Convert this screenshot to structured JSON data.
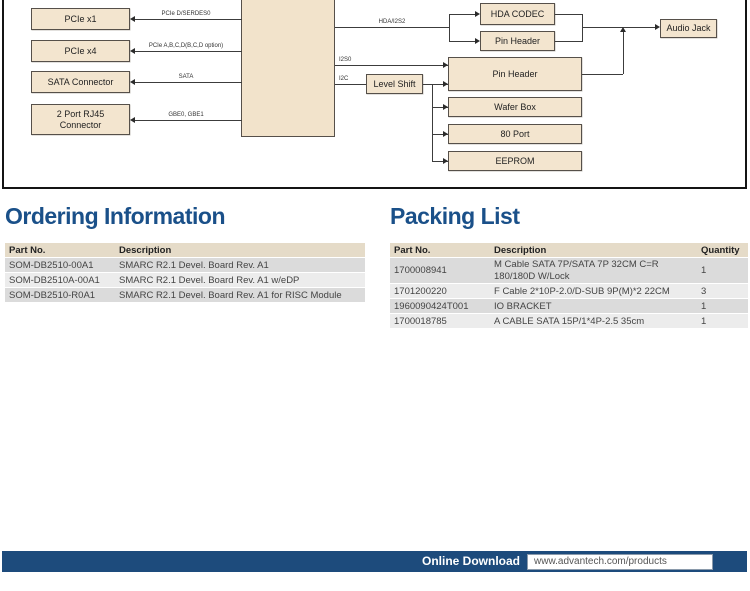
{
  "diagram": {
    "nodes": {
      "pcie_x1": "PCIe x1",
      "pcie_x4": "PCIe x4",
      "sata_connector": "SATA Connector",
      "rj45": "2 Port RJ45 Connector",
      "hda_codec": "HDA CODEC",
      "pin_header_small": "Pin Header",
      "audio_jack": "Audio Jack",
      "level_shift": "Level Shift",
      "pin_header_large": "Pin Header",
      "wafer_box": "Wafer Box",
      "port_80": "80 Port",
      "eeprom": "EEPROM"
    },
    "signals": {
      "pcie_d": "PCIe D/SERDES0",
      "pcie_abcd": "PCIe A,B,C,D(B,C,D option)",
      "sata": "SATA",
      "gbe": "GBE0, GBE1",
      "hda": "HDA/I2S2",
      "i2s0": "I2S0",
      "i2c": "I2C"
    }
  },
  "ordering": {
    "title": "Ordering Information",
    "columns": {
      "part": "Part No.",
      "desc": "Description"
    },
    "rows": [
      {
        "part": "SOM-DB2510-00A1",
        "desc": "SMARC R2.1 Devel. Board Rev. A1"
      },
      {
        "part": "SOM-DB2510A-00A1",
        "desc": "SMARC R2.1 Devel. Board Rev. A1 w/eDP"
      },
      {
        "part": "SOM-DB2510-R0A1",
        "desc": "SMARC R2.1 Devel. Board Rev. A1 for RISC Module"
      }
    ]
  },
  "packing": {
    "title": "Packing List",
    "columns": {
      "part": "Part No.",
      "desc": "Description",
      "qty": "Quantity"
    },
    "rows": [
      {
        "part": "1700008941",
        "desc": "M Cable SATA 7P/SATA 7P 32CM C=R 180/180D W/Lock",
        "qty": "1"
      },
      {
        "part": "1701200220",
        "desc": "F Cable 2*10P-2.0/D-SUB 9P(M)*2 22CM",
        "qty": "3"
      },
      {
        "part": "1960090424T001",
        "desc": "IO BRACKET",
        "qty": "1"
      },
      {
        "part": "1700018785",
        "desc": "A CABLE SATA 15P/1*4P-2.5 35cm",
        "qty": "1"
      }
    ]
  },
  "footer": {
    "label": "Online Download",
    "url": "www.advantech.com/products"
  },
  "colors": {
    "heading_blue": "#1a5089",
    "footer_navy": "#1d4b7c",
    "node_tan": "#f3e5cf",
    "table_header_tan": "#e5dbc8",
    "row_gray": "#dbdbdb",
    "row_light": "#ececec"
  }
}
